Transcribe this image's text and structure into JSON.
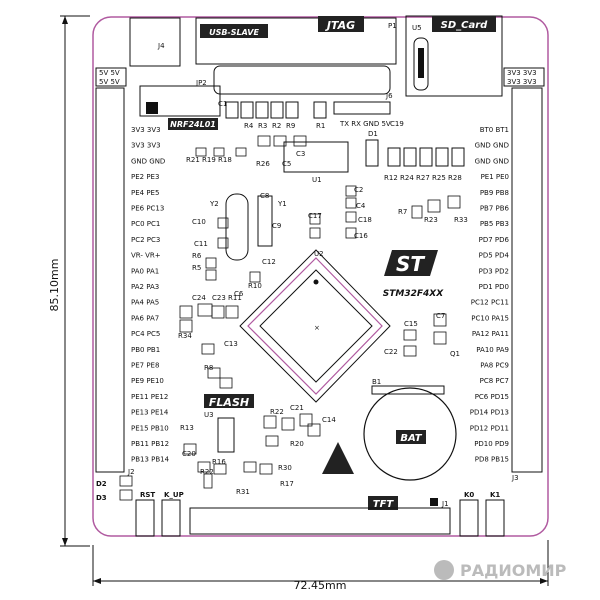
{
  "dimensions": {
    "height": "85.10mm",
    "width": "72.45mm"
  },
  "blocks": {
    "usb": "USB-SLAVE",
    "jtag": "JTAG",
    "sd": "SD_Card",
    "nrf": "NRF24L01",
    "flash": "FLASH",
    "tft": "TFT",
    "bat": "BAT",
    "chip": "STM32F4XX"
  },
  "refs": {
    "j4": "J4",
    "jp2": "JP2",
    "p1": "P1",
    "u5": "U5",
    "j6": "J6",
    "u1": "U1",
    "y2": "Y2",
    "y1": "Y1",
    "u2": "U2",
    "u3": "U3",
    "b1": "B1",
    "j1": "J1",
    "j2": "J2",
    "j3": "J3",
    "d2": "D2",
    "d3": "D3",
    "rst": "RST",
    "kup": "K_UP",
    "k0": "K0",
    "k1": "K1",
    "txrx": "TX RX GND 5V"
  },
  "comps": [
    "C1",
    "R4",
    "R3",
    "R2",
    "R9",
    "R1",
    "C19",
    "D1",
    "R21",
    "R19",
    "R18",
    "R26",
    "C5",
    "C3",
    "R12",
    "R24",
    "R27",
    "R25",
    "R28",
    "C2",
    "C4",
    "C18",
    "C16",
    "C17",
    "R7",
    "R23",
    "R33",
    "C8",
    "C9",
    "C10",
    "C11",
    "C12",
    "R6",
    "R5",
    "R10",
    "C6",
    "C24",
    "C23",
    "R11",
    "R34",
    "C13",
    "R8",
    "C15",
    "C7",
    "Q1",
    "C22",
    "R22",
    "C21",
    "C14",
    "R20",
    "R16",
    "R22",
    "R31",
    "R30",
    "R17",
    "C20",
    "R13"
  ],
  "left_pins": [
    "3V3 3V3",
    "3V3 3V3",
    "GND GND",
    "PE2 PE3",
    "PE4 PE5",
    "PE6 PC13",
    "PC0 PC1",
    "PC2 PC3",
    "VR- VR+",
    "PA0 PA1",
    "PA2 PA3",
    "PA4 PA5",
    "PA6 PA7",
    "PC4 PC5",
    "PB0 PB1",
    "PE7 PE8",
    "PE9 PE10",
    "PE11 PE12",
    "PE13 PE14",
    "PE15 PB10",
    "PB11 PB12",
    "PB13 PB14"
  ],
  "right_pins": [
    "BT0 BT1",
    "GND GND",
    "GND GND",
    "PE1 PE0",
    "PB9 PB8",
    "PB7 PB6",
    "PB5 PB3",
    "PD7 PD6",
    "PD5 PD4",
    "PD3 PD2",
    "PD1 PD0",
    "PC12 PC11",
    "PC10 PA15",
    "PA12 PA11",
    "PA10 PA9",
    "PA8 PC9",
    "PC8 PC7",
    "PC6 PD15",
    "PD14 PD13",
    "PD12 PD11",
    "PD10 PD9",
    "PD8 PB15"
  ],
  "power_left": [
    "5V 5V",
    "5V 5V"
  ],
  "power_right": [
    "3V3 3V3",
    "3V3 3V3"
  ],
  "watermark": "РАДИОМИР"
}
